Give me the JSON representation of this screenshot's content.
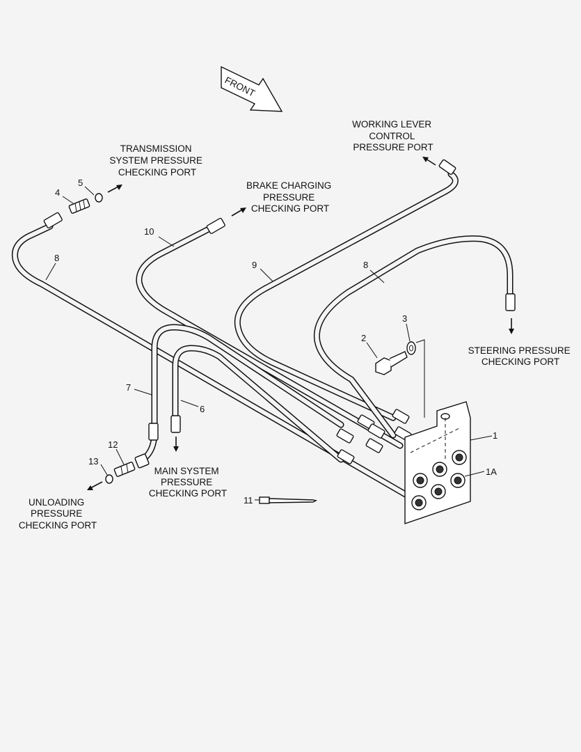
{
  "front_label": "FRONT",
  "ports": {
    "transmission": [
      "TRANSMISSION",
      "SYSTEM PRESSURE",
      "CHECKING PORT"
    ],
    "working_lever": [
      "WORKING LEVER",
      "CONTROL",
      "PRESSURE PORT"
    ],
    "brake": [
      "BRAKE CHARGING",
      "PRESSURE",
      "CHECKING PORT"
    ],
    "steering": [
      "STEERING PRESSURE",
      "CHECKING PORT"
    ],
    "main_system": [
      "MAIN SYSTEM",
      "PRESSURE",
      "CHECKING PORT"
    ],
    "unloading": [
      "UNLOADING",
      "PRESSURE",
      "CHECKING PORT"
    ]
  },
  "callouts": {
    "c1": "1",
    "c1a": "1A",
    "c2": "2",
    "c3": "3",
    "c4": "4",
    "c5": "5",
    "c6": "6",
    "c7": "7",
    "c8a": "8",
    "c8b": "8",
    "c9": "9",
    "c10": "10",
    "c11": "11",
    "c12": "12",
    "c13": "13"
  }
}
